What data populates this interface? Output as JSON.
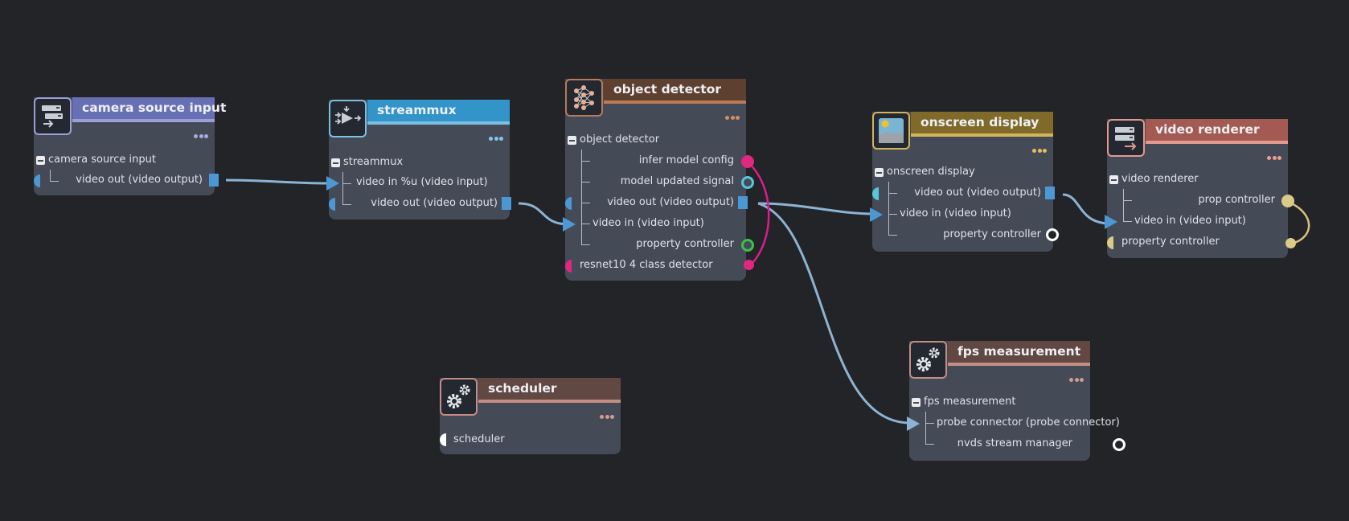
{
  "colors": {
    "background": "#222428",
    "node_body": "#454a57",
    "wire": "#8db3d4",
    "wire_magenta": "#d91f87",
    "wire_yellow": "#d9c27d",
    "video_port": "#4c98d4",
    "magenta_port": "#e0287f",
    "green_port": "#3cc04a",
    "teal_port": "#58c6d8",
    "yellow_port": "#dccb87"
  },
  "nodes": {
    "camera": {
      "title": "camera source input",
      "header_color": "#6870b4",
      "line_color": "#9aa0d6",
      "dots_color": "#a7ace0",
      "icon": "server-input-icon",
      "group": "camera source input",
      "rows": [
        "video out (video output)"
      ]
    },
    "streammux": {
      "title": "streammux",
      "header_color": "#3394ca",
      "line_color": "#7cc0e4",
      "dots_color": "#7ec8ec",
      "icon": "mux-icon",
      "group": "streammux",
      "rows": [
        "video in %u (video input)",
        "video out (video output)"
      ]
    },
    "detector": {
      "title": "object detector",
      "header_color": "#5e4030",
      "line_color": "#b87a57",
      "dots_color": "#d08f66",
      "icon": "neural-network-icon",
      "group": "object detector",
      "rows": [
        "infer model config",
        "model updated signal",
        "video out (video output)",
        "video in (video input)",
        "property controller"
      ],
      "extra": "resnet10 4 class detector"
    },
    "osd": {
      "title": "onscreen display",
      "header_color": "#7f6a2a",
      "line_color": "#d3b45b",
      "dots_color": "#e0c060",
      "icon": "image-icon",
      "group": "onscreen display",
      "rows": [
        "video out (video output)",
        "video in (video input)",
        "property controller"
      ]
    },
    "renderer": {
      "title": "video renderer",
      "header_color": "#a35a52",
      "line_color": "#e39a8e",
      "dots_color": "#ee9d90",
      "icon": "server-output-icon",
      "group": "video renderer",
      "rows": [
        "prop controller",
        "video in (video input)"
      ],
      "extra": "property controller"
    },
    "fps": {
      "title": "fps measurement",
      "header_color": "#614843",
      "line_color": "#c48e85",
      "dots_color": "#d39a92",
      "icon": "gears-icon",
      "group": "fps measurement",
      "rows": [
        "probe connector (probe connector)",
        "nvds stream manager"
      ]
    },
    "scheduler": {
      "title": "scheduler",
      "header_color": "#614843",
      "line_color": "#c48e85",
      "dots_color": "#d39a92",
      "icon": "gears-icon",
      "rows": [
        "scheduler"
      ]
    }
  }
}
